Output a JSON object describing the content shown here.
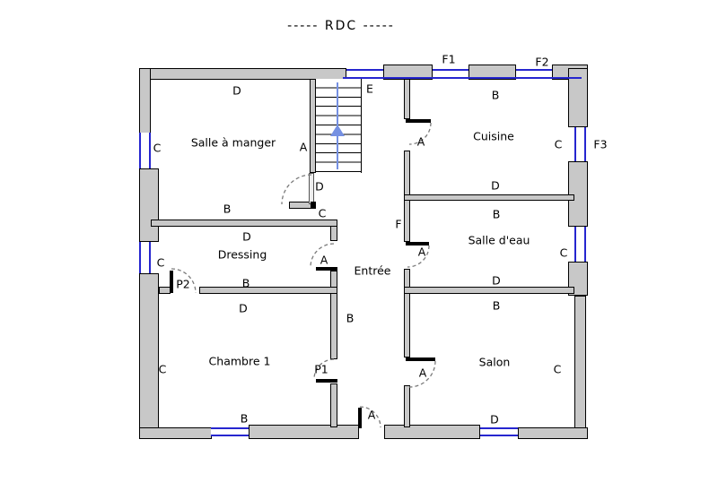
{
  "title": "-----  RDC  -----",
  "rooms": {
    "salle_a_manger": {
      "name": "Salle à manger",
      "wall_top": "D",
      "wall_bottom": "B",
      "wall_left": "C",
      "wall_right": "A"
    },
    "cuisine": {
      "name": "Cuisine",
      "wall_top": "B",
      "wall_bottom": "D",
      "wall_right": "C",
      "door": "A"
    },
    "dressing": {
      "name": "Dressing",
      "wall_top": "D",
      "wall_bottom": "B",
      "wall_left": "C",
      "door": "A"
    },
    "entree": {
      "name": "Entrée",
      "wall_left": "B",
      "wall_right": "F",
      "entry_door": "A"
    },
    "salle_deau": {
      "name": "Salle d'eau",
      "wall_top": "B",
      "wall_bottom": "D",
      "wall_right": "C",
      "door": "A"
    },
    "chambre_1": {
      "name": "Chambre 1",
      "wall_top": "D",
      "wall_bottom": "B",
      "wall_left": "C"
    },
    "salon": {
      "name": "Salon",
      "wall_top": "B",
      "wall_bottom": "D",
      "wall_right": "C",
      "door": "A"
    }
  },
  "windows": {
    "f1": "F1",
    "f2": "F2",
    "f3": "F3",
    "stair": "E"
  },
  "doors": {
    "p1": "P1",
    "p2": "P2",
    "stair_door": "D",
    "vestibule": "C"
  },
  "colors": {
    "wall_fill": "#c8c8c8",
    "window_blue": "#2626cf",
    "stair_arrow_blue": "#7590e2"
  }
}
